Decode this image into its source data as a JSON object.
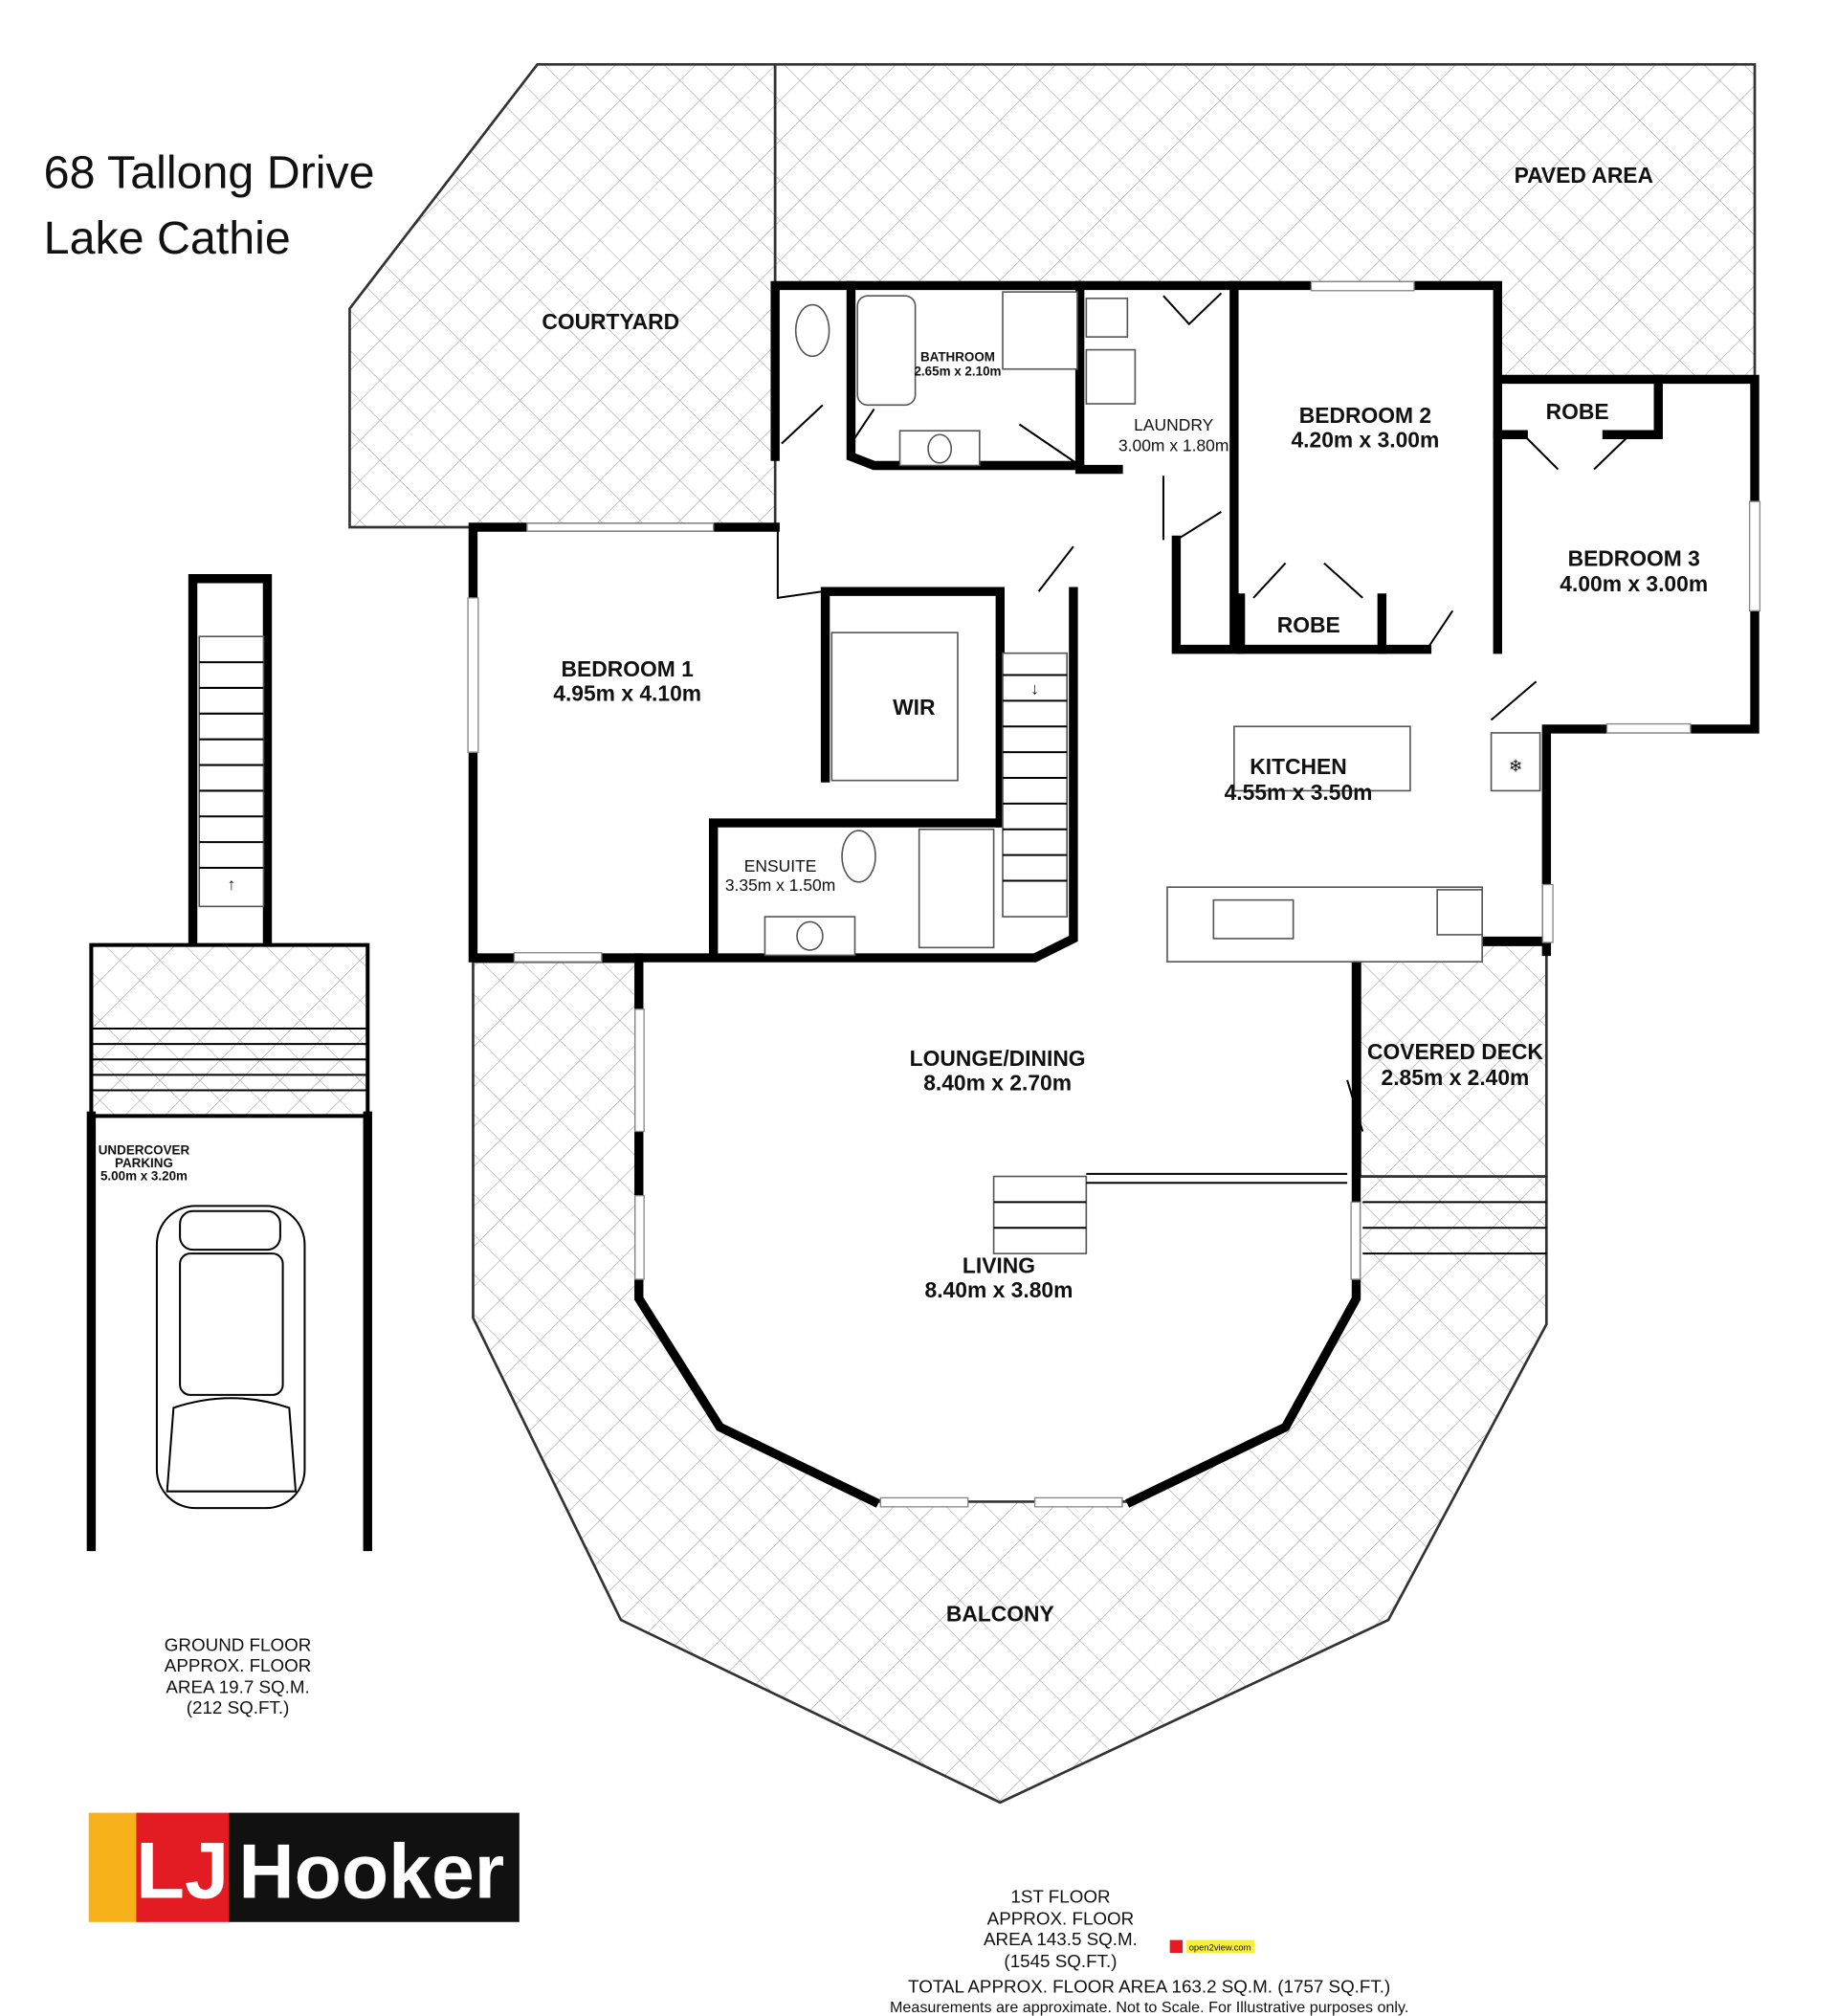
{
  "address": {
    "line1": "68 Tallong Drive",
    "line2": "Lake Cathie"
  },
  "outdoor": {
    "courtyard": "COURTYARD",
    "paved_area": "PAVED AREA",
    "balcony": "BALCONY",
    "covered_deck": {
      "name": "COVERED DECK",
      "size": "2.85m x 2.40m"
    },
    "parking": {
      "name1": "UNDERCOVER",
      "name2": "PARKING",
      "size": "5.00m x 3.20m"
    }
  },
  "rooms": {
    "bathroom": {
      "name": "BATHROOM",
      "size": "2.65m x 2.10m"
    },
    "laundry": {
      "name": "LAUNDRY",
      "size": "3.00m x 1.80m"
    },
    "bedroom2": {
      "name": "BEDROOM 2",
      "size": "4.20m x 3.00m"
    },
    "bedroom3": {
      "name": "BEDROOM 3",
      "size": "4.00m x 3.00m"
    },
    "robe_top": "ROBE",
    "robe_bed2": "ROBE",
    "bedroom1": {
      "name": "BEDROOM 1",
      "size": "4.95m x 4.10m"
    },
    "wir": "WIR",
    "ensuite": {
      "name": "ENSUITE",
      "size": "3.35m x 1.50m"
    },
    "kitchen": {
      "name": "KITCHEN",
      "size": "4.55m x 3.50m"
    },
    "lounge": {
      "name": "LOUNGE/DINING",
      "size": "8.40m x 2.70m"
    },
    "living": {
      "name": "LIVING",
      "size": "8.40m x 3.80m"
    }
  },
  "ground_floor": {
    "l1": "GROUND FLOOR",
    "l2": "APPROX. FLOOR",
    "l3": "AREA 19.7 SQ.M.",
    "l4": "(212 SQ.FT.)"
  },
  "first_floor": {
    "l1": "1ST FLOOR",
    "l2": "APPROX. FLOOR",
    "l3": "AREA 143.5 SQ.M.",
    "l4": "(1545 SQ.FT.)"
  },
  "total": "TOTAL APPROX. FLOOR AREA 163.2 SQ.M. (1757 SQ.FT.)",
  "disclaimer": "Measurements are approximate. Not to Scale. For Illustrative purposes only.",
  "logo": {
    "lj": "LJ",
    "name": "Hooker",
    "colors": {
      "yellow": "#f7b21b",
      "red": "#e31b23",
      "black": "#111111"
    }
  },
  "watermark": "open2view.com"
}
